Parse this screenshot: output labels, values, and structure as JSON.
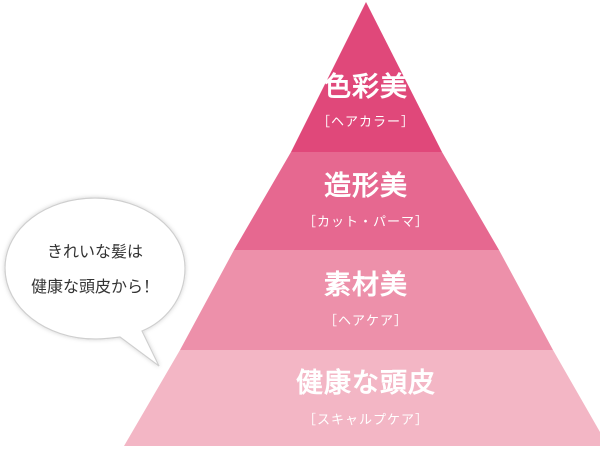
{
  "pyramid": {
    "tiers": [
      {
        "title": "色彩美",
        "subtitle": "［ヘアカラー］",
        "color": "#e0487a"
      },
      {
        "title": "造形美",
        "subtitle": "［カット・パーマ］",
        "color": "#e66890"
      },
      {
        "title": "素材美",
        "subtitle": "［ヘアケア］",
        "color": "#ed90aa"
      },
      {
        "title": "健康な頭皮",
        "subtitle": "［スキャルプケア］",
        "color": "#f3b6c5"
      }
    ]
  },
  "bubble": {
    "line1": "きれいな髪は",
    "line2": "健康な頭皮から！",
    "border_color": "#cccccc"
  }
}
